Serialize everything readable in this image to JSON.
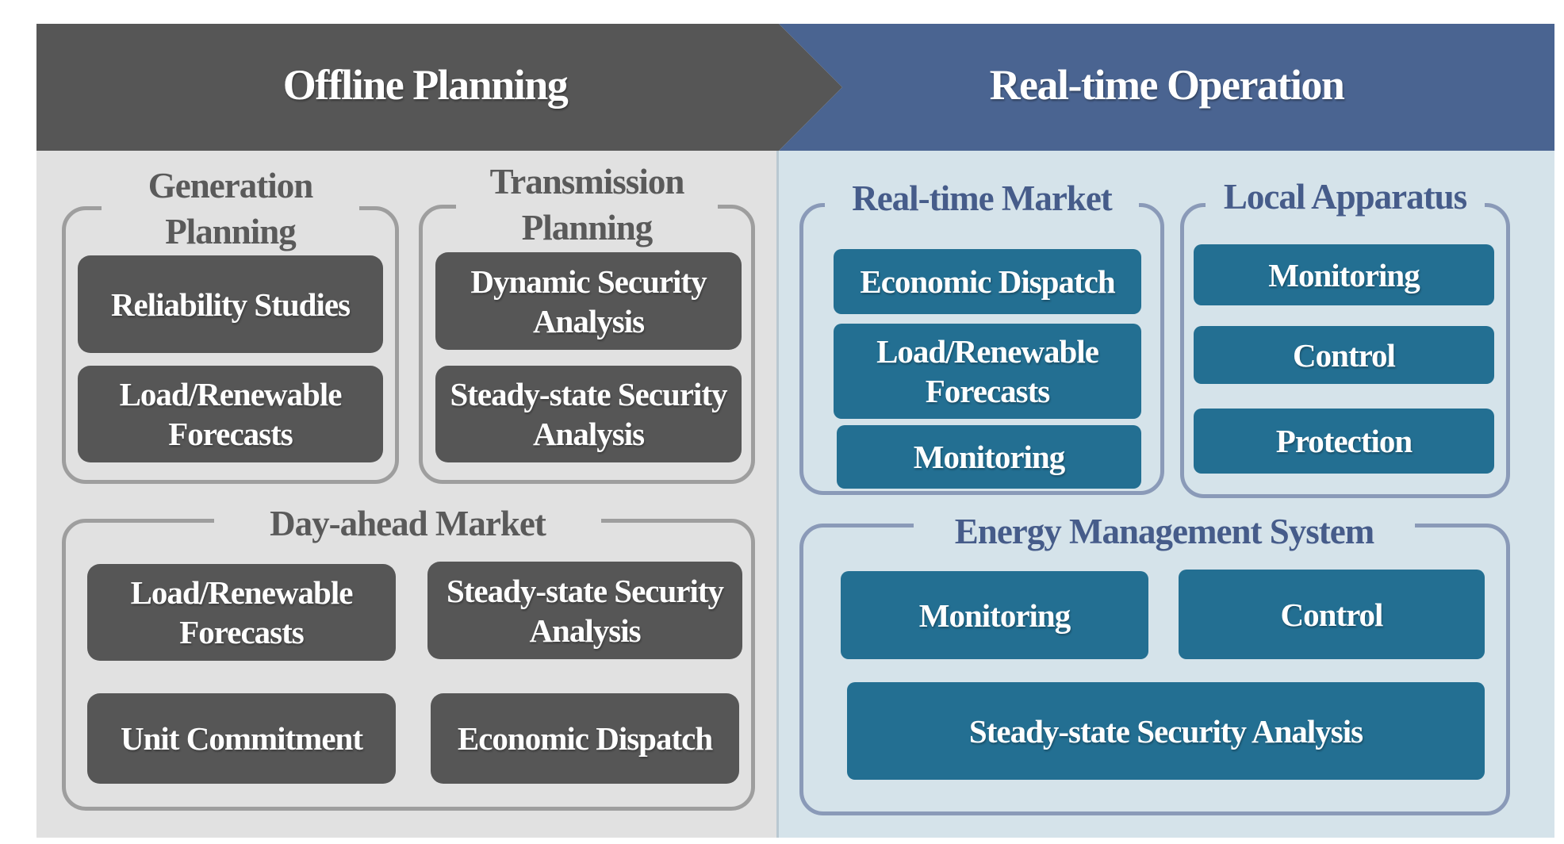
{
  "colors": {
    "offline_header": "#565656",
    "realtime_header": "#4a6491",
    "offline_box": "#565656",
    "realtime_box": "#236f92",
    "offline_panel": "#e1e1e1",
    "realtime_panel": "#d5e3ea"
  },
  "offline": {
    "header": "Offline Planning",
    "generation_planning": {
      "title": "Generation Planning",
      "items": [
        "Reliability Studies",
        "Load/Renewable Forecasts"
      ]
    },
    "transmission_planning": {
      "title": "Transmission Planning",
      "items": [
        "Dynamic Security Analysis",
        "Steady-state Security Analysis"
      ]
    },
    "day_ahead_market": {
      "title": "Day-ahead Market",
      "items": [
        "Load/Renewable Forecasts",
        "Steady-state Security Analysis",
        "Unit Commitment",
        "Economic Dispatch"
      ]
    }
  },
  "realtime": {
    "header": "Real-time Operation",
    "realtime_market": {
      "title": "Real-time Market",
      "items": [
        "Economic Dispatch",
        "Load/Renewable Forecasts",
        "Monitoring"
      ]
    },
    "local_apparatus": {
      "title": "Local Apparatus",
      "items": [
        "Monitoring",
        "Control",
        "Protection"
      ]
    },
    "ems": {
      "title": "Energy Management System",
      "items": [
        "Monitoring",
        "Control",
        "Steady-state Security Analysis"
      ]
    }
  }
}
